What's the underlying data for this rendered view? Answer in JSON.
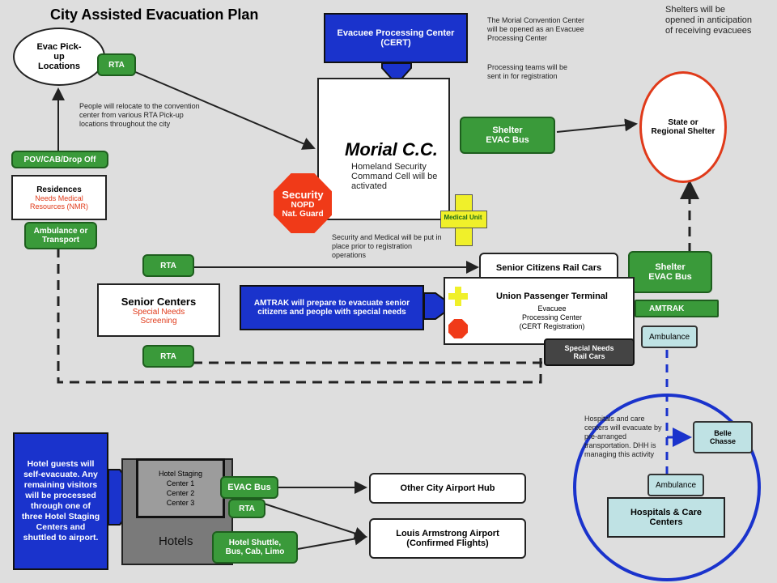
{
  "title": "City Assisted Evacuation Plan",
  "evac_pickup": "Evac Pick-up Locations",
  "rta": "RTA",
  "pov": "POV/CAB/Drop Off",
  "residences": {
    "title": "Residences",
    "sub": "Needs Medical Resources (NMR)"
  },
  "ambulance_transport": "Ambulance or Transport",
  "note_relocate": "People will relocate to the convention center from various RTA Pick-up locations throughout the city",
  "evacuee_center": {
    "line1": "Evacuee Processing Center",
    "line2": "(CERT)"
  },
  "note_morial": "The Morial Convention Center will be opened as an Evacuee Processing Center",
  "note_processing": "Processing teams will be sent in for registration",
  "note_shelters": "Shelters will be opened in anticipation of receiving evacuees",
  "morial": {
    "title": "Morial C.C.",
    "sub": "Homeland Security Command Cell will be activated"
  },
  "security": {
    "title": "Security",
    "sub1": "NOPD",
    "sub2": "Nat. Guard"
  },
  "medical_unit": "Medical Unit",
  "shelter_bus": {
    "line1": "Shelter",
    "line2": "EVAC Bus"
  },
  "state_shelter": {
    "line1": "State or",
    "line2": "Regional Shelter"
  },
  "note_security": "Security and Medical will be put in place prior to registration operations",
  "senior_rail": "Senior Citizens Rail Cars",
  "senior_centers": {
    "title": "Senior Centers",
    "sub1": "Special Needs",
    "sub2": "Screening"
  },
  "amtrak_note": "AMTRAK will prepare to evacuate senior citizens and people with special needs",
  "upt": {
    "title": "Union Passenger Terminal",
    "l1": "Evacuee",
    "l2": "Processing Center",
    "l3": "(CERT Registration)"
  },
  "amtrak": "AMTRAK",
  "ambulance": "Ambulance",
  "special_rail": {
    "line1": "Special Needs",
    "line2": "Rail Cars"
  },
  "note_hospitals": "Hospitals and care centers will evacuate by pre-arranged transportation. DHH is managing this activity",
  "belle_chasse": {
    "line1": "Belle",
    "line2": "Chasse"
  },
  "hospitals": {
    "line1": "Hospitals & Care",
    "line2": "Centers"
  },
  "hotel_guests": "Hotel guests will self-evacuate. Any remaining visitors will be processed through one of three Hotel Staging Centers and shuttled to airport.",
  "hotel_staging": {
    "title": "Hotel Staging",
    "c1": "Center 1",
    "c2": "Center 2",
    "c3": "Center 3"
  },
  "hotels": "Hotels",
  "evac_bus": "EVAC Bus",
  "hotel_shuttle": {
    "line1": "Hotel Shuttle,",
    "line2": "Bus, Cab, Limo"
  },
  "other_airport": "Other City Airport Hub",
  "louis_airport": {
    "line1": "Louis Armstrong Airport",
    "line2": "(Confirmed Flights)"
  }
}
